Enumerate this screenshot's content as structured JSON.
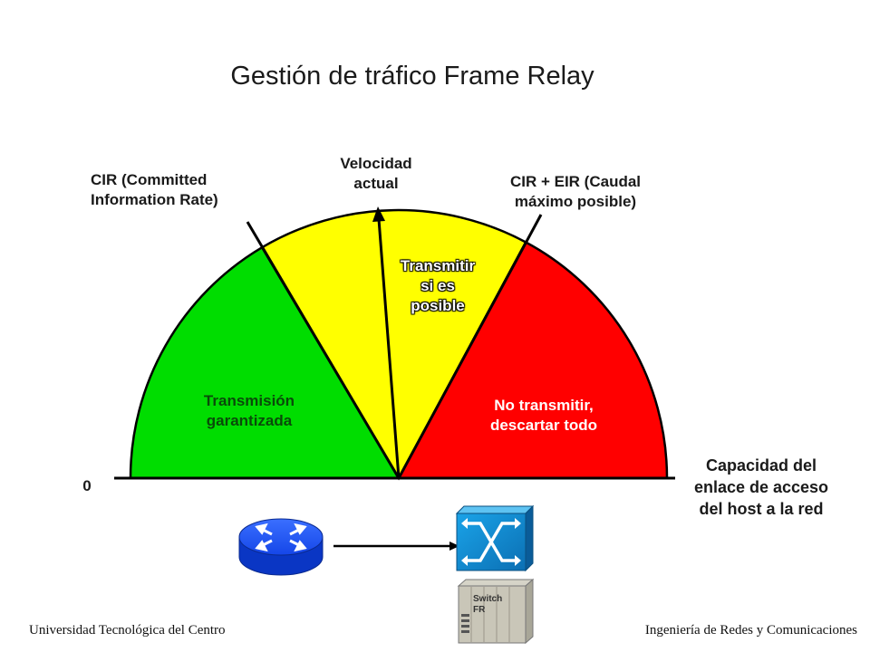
{
  "title": "Gestión de tráfico Frame Relay",
  "labels": {
    "cir": "CIR (Committed\nInformation Rate)",
    "speed": "Velocidad\nactual",
    "cir_eir": "CIR + EIR (Caudal\nmáximo posible)",
    "capacity": "Capacidad del\nenlace de acceso\ndel host a la red",
    "zero": "0"
  },
  "segments": {
    "green": {
      "text": "Transmisión\ngarantizada",
      "color": "#00dd00"
    },
    "yellow": {
      "text": "Transmitir\nsi es\nposible",
      "color": "#ffff00"
    },
    "red": {
      "text": "No transmitir,\ndescartar todo",
      "color": "#ff0000"
    }
  },
  "devices": {
    "router": "router-icon",
    "switch": "fr-switch-icon",
    "switch_caption": "Switch\nFR"
  },
  "footer": {
    "left": "Universidad Tecnológica del Centro",
    "right": "Ingeniería de Redes y Comunicaciones"
  }
}
